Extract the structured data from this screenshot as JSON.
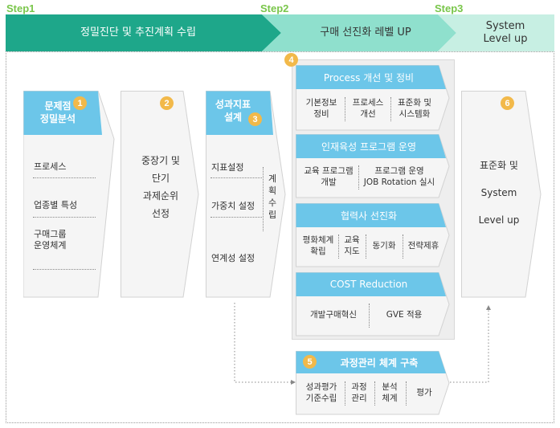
{
  "steps": {
    "step1": {
      "label": "Step1",
      "title": "정밀진단 및 추진계획 수립"
    },
    "step2": {
      "label": "Step2",
      "title": "구매 선진화 레벨 UP"
    },
    "step3": {
      "label": "Step3",
      "title_line1": "System",
      "title_line2": "Level up"
    }
  },
  "stages": {
    "s1": {
      "badge": "1",
      "title_line1": "문제점",
      "title_line2": "정밀분석",
      "items": [
        "프로세스",
        "업종별 특성",
        "구매그룹",
        "운영체계"
      ]
    },
    "s2": {
      "badge": "2",
      "lines": [
        "중장기 및",
        "단기",
        "과제순위",
        "선정"
      ]
    },
    "s3": {
      "badge": "3",
      "title_line1": "성과지표",
      "title_line2": "설계",
      "items": [
        "지표설정",
        "가중치 설정",
        "연계성 설정"
      ],
      "side": [
        "계",
        "획",
        "수",
        "립"
      ]
    },
    "s4": {
      "badge": "4",
      "groups": [
        {
          "title": "Process 개선 및 정비",
          "cells": [
            [
              "기본정보",
              "정비"
            ],
            [
              "프로세스",
              "개선"
            ],
            [
              "표준화 및",
              "시스템화"
            ]
          ]
        },
        {
          "title": "인재육성 프로그램 운영",
          "cells": [
            [
              "교육 프로그램",
              "개발"
            ],
            [
              "프로그램 운영",
              "JOB Rotation 실시"
            ]
          ]
        },
        {
          "title": "협력사 선진화",
          "cells": [
            [
              "평화체계",
              "확립"
            ],
            [
              "교육",
              "지도"
            ],
            [
              "동기화"
            ],
            [
              "전략제휴"
            ]
          ]
        },
        {
          "title": "COST Reduction",
          "cells": [
            [
              "개발구매혁신"
            ],
            [
              "GVE 적용"
            ]
          ]
        }
      ]
    },
    "s5": {
      "badge": "5",
      "title": "과정관리 체계 구축",
      "cells": [
        [
          "성과평가",
          "기준수립"
        ],
        [
          "과정",
          "관리"
        ],
        [
          "분석",
          "체계"
        ],
        [
          "평가"
        ]
      ]
    },
    "s6": {
      "badge": "6",
      "lines": [
        "표준화 및",
        "System",
        "Level up"
      ]
    }
  },
  "colors": {
    "header_blue": "#6cc6e9",
    "banner_teal": "#1ea78a",
    "banner_mint": "#8fe0cd",
    "banner_light": "#c7efe3",
    "box_fill": "#f5f5f5",
    "badge": "#f2b94a",
    "step_green": "#79c64a"
  }
}
